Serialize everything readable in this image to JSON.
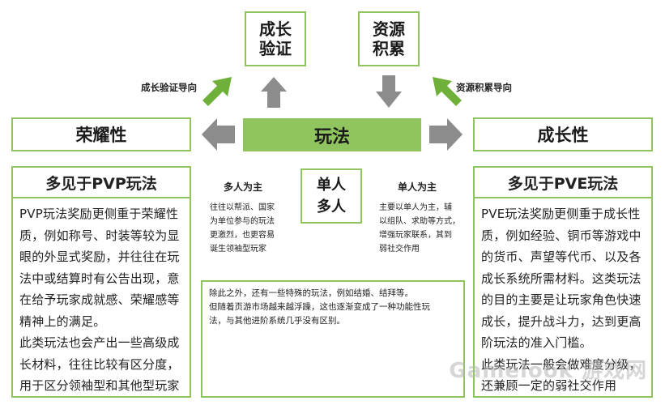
{
  "top_left": {
    "line1": "成长",
    "line2": "验证"
  },
  "top_right": {
    "line1": "资源",
    "line2": "积累"
  },
  "arrow_left_label": "成长验证导向",
  "arrow_right_label": "资源积累导向",
  "center": "玩法",
  "left_box": "荣耀性",
  "right_box": "成长性",
  "pvp_panel": {
    "title": "多见于PVP玩法",
    "lines": [
      "PVP玩法奖励更侧重于荣耀性",
      "质，例如称号、时装等较为显",
      "眼的外显式奖励，并往往在玩",
      "法中或结算时有公告出现，意",
      "在给予玩家成就感、荣耀感等",
      "精神上的满足。",
      "此类玩法也会产出一些高级成",
      "长材料，往往比较有区分度，",
      "用于区分领袖型和其他型玩家"
    ]
  },
  "pve_panel": {
    "title": "多见于PVE玩法",
    "lines": [
      "PVE玩法奖励更侧重于成长性",
      "质，例如经验、铜币等游戏中",
      "的货币、声望等代币、以及各",
      "成长系统所需材料。这类玩法",
      "的目的主要是让玩家角色快速",
      "成长，提升战斗力，达到更高",
      "阶玩法的准入门槛。",
      "此类玩法一般会做难度分级，",
      "还兼顾一定的弱社交作用"
    ]
  },
  "middle": {
    "left_heading": "多人为主",
    "left_lines": [
      "往往以帮派、国家",
      "为单位参与的玩法",
      "更激烈，也更容易",
      "诞生领袖型玩家"
    ],
    "center_line1": "单人",
    "center_line2": "多人",
    "right_heading": "单人为主",
    "right_lines": [
      "主要以单人为主，辅",
      "以组队、求助等方式，",
      "增强玩家联系，其到",
      "弱社交作用"
    ]
  },
  "bottom_note": {
    "lines": [
      "除此之外，还有一些特殊的玩法，例如结婚、结拜等。",
      "但随着页游市场越来越浮躁，这也逐渐变成了一种功能性玩",
      "法，与其他进阶系统几乎没有区别。"
    ]
  },
  "watermark": "Gamelook 游戏网",
  "colors": {
    "accent": "#8fc45f",
    "arrow_gray": "#8c8c8c",
    "arrow_green": "#6fb03a"
  }
}
